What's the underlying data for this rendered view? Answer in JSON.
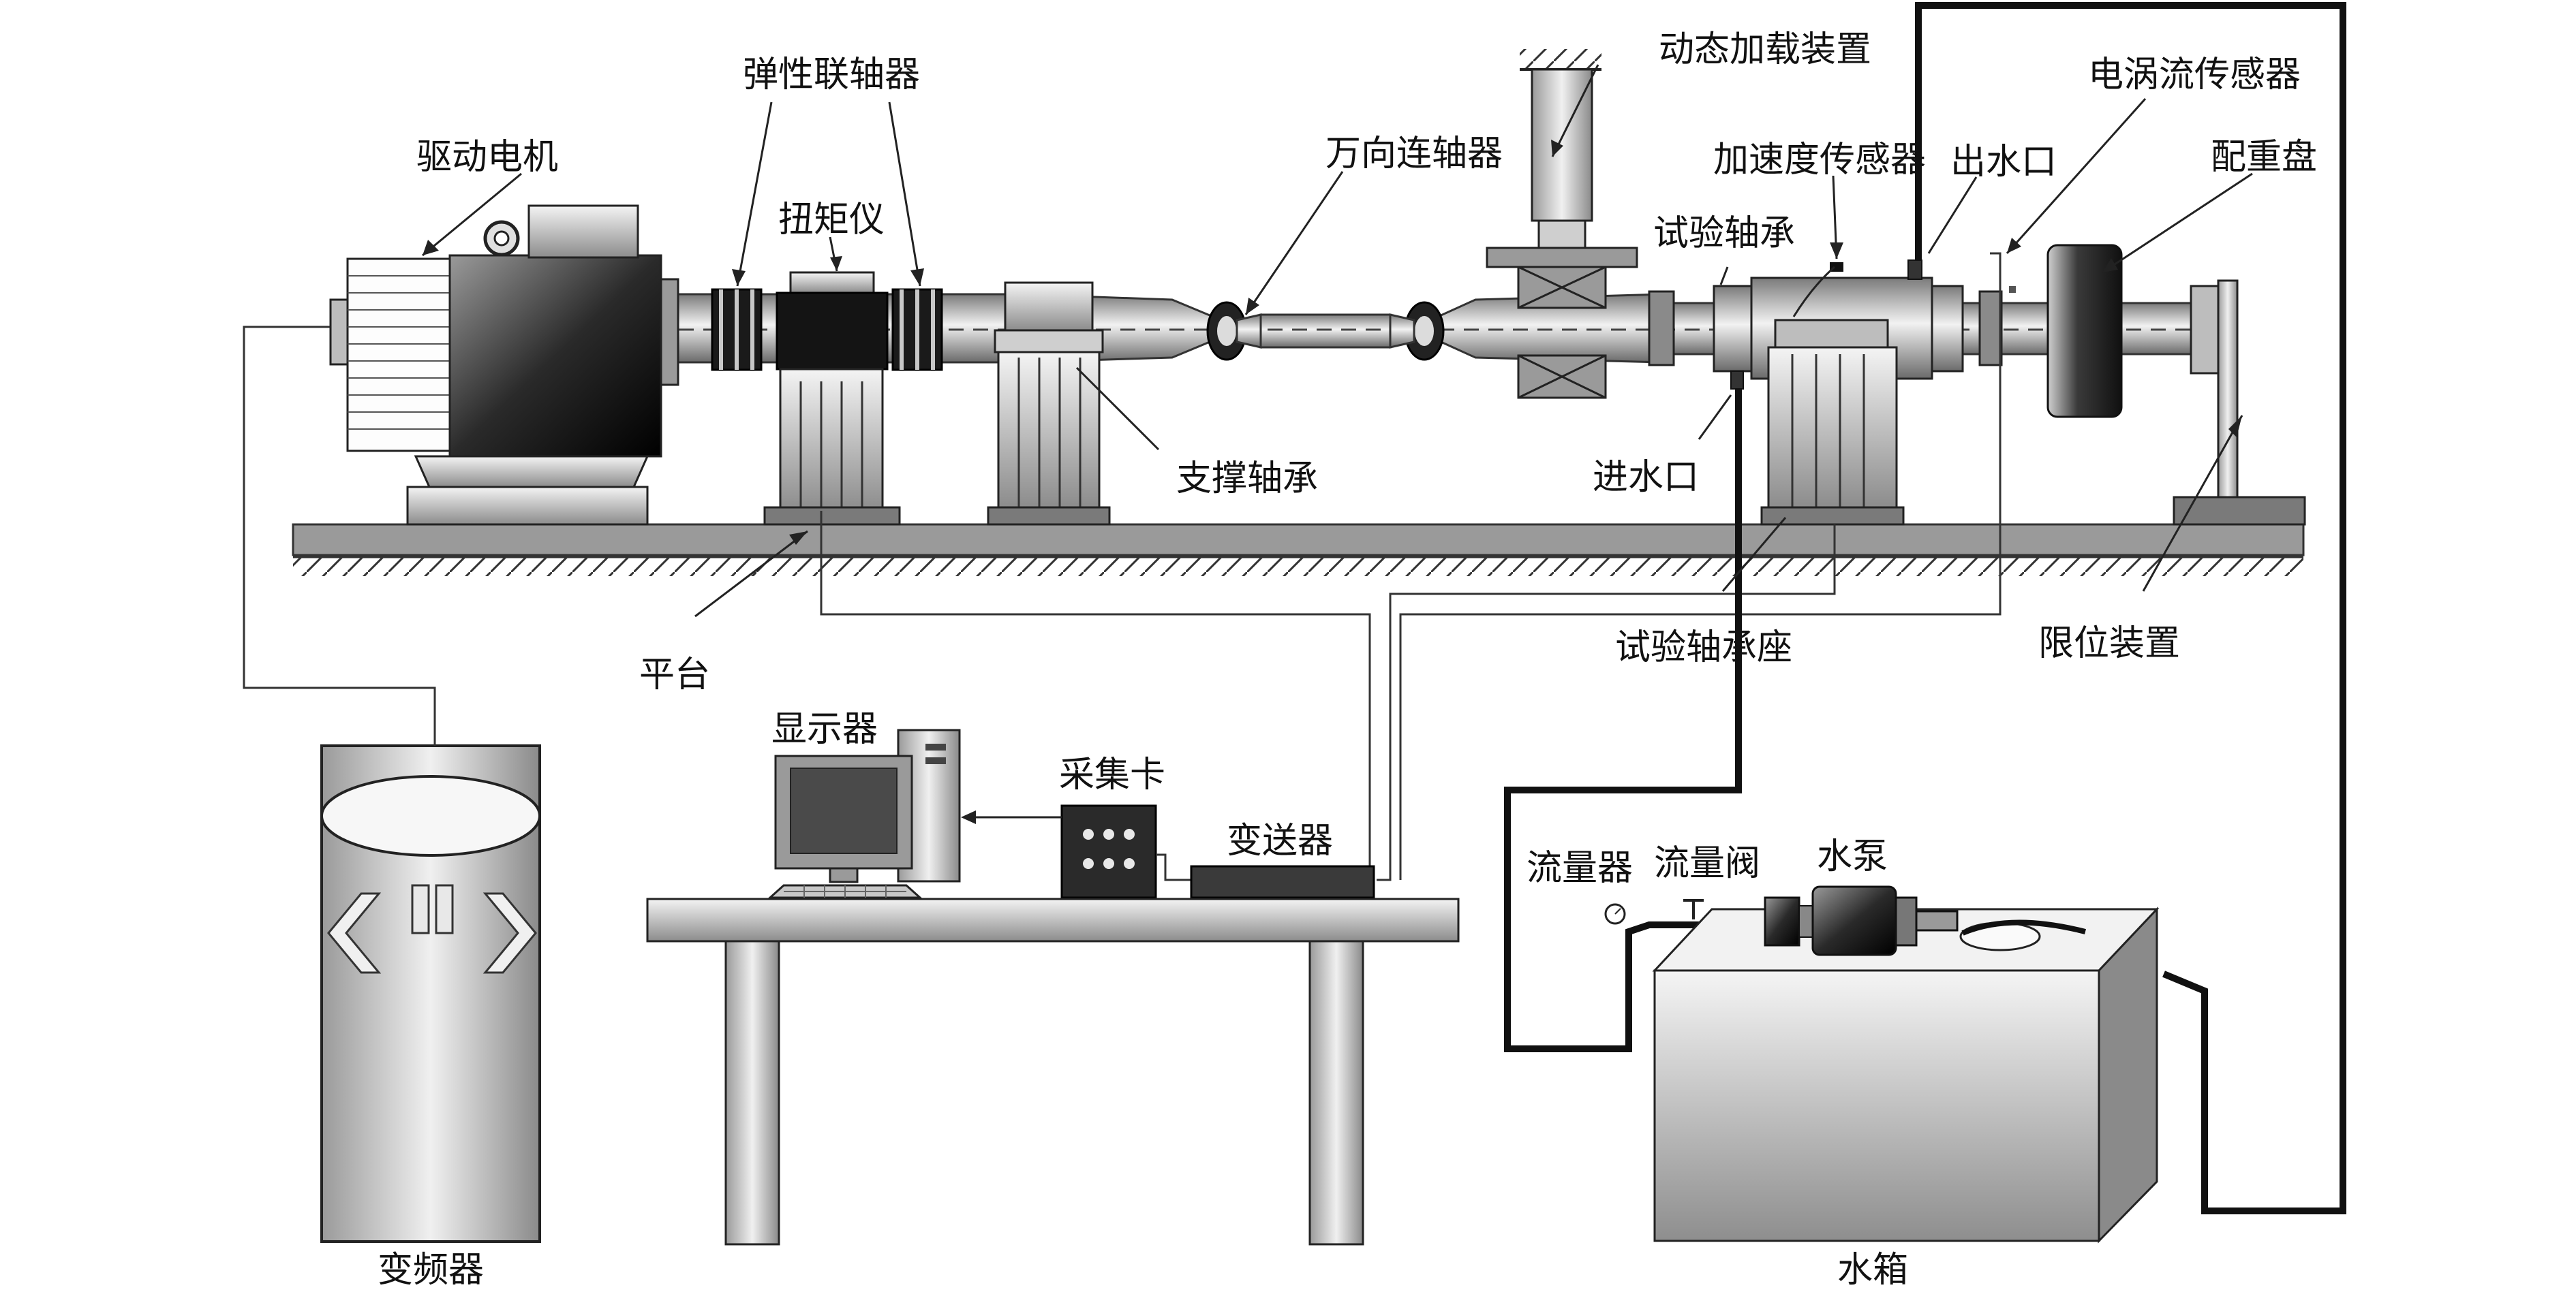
{
  "labels": {
    "motor": "驱动电机",
    "elastic_coupling": "弹性联轴器",
    "torque_meter": "扭矩仪",
    "universal_coupling": "万向连轴器",
    "dynamic_loading": "动态加载装置",
    "accelerometer": "加速度传感器",
    "test_bearing": "试验轴承",
    "outlet": "出水口",
    "eddy_sensor": "电涡流传感器",
    "counterweight": "配重盘",
    "support_bearing": "支撑轴承",
    "inlet": "进水口",
    "platform": "平台",
    "bearing_seat": "试验轴承座",
    "limit_device": "限位装置",
    "monitor": "显示器",
    "daq_card": "采集卡",
    "transmitter": "变送器",
    "flowmeter": "流量器",
    "flow_valve": "流量阀",
    "pump": "水泵",
    "inverter": "变频器",
    "tank": "水箱"
  },
  "colors": {
    "line": "#1a1a1a",
    "metal_light": "#e6e6e6",
    "metal_mid": "#a8a8a8",
    "metal_dark": "#5a5a5a",
    "black": "#111111",
    "screen": "#4a4a4a"
  }
}
